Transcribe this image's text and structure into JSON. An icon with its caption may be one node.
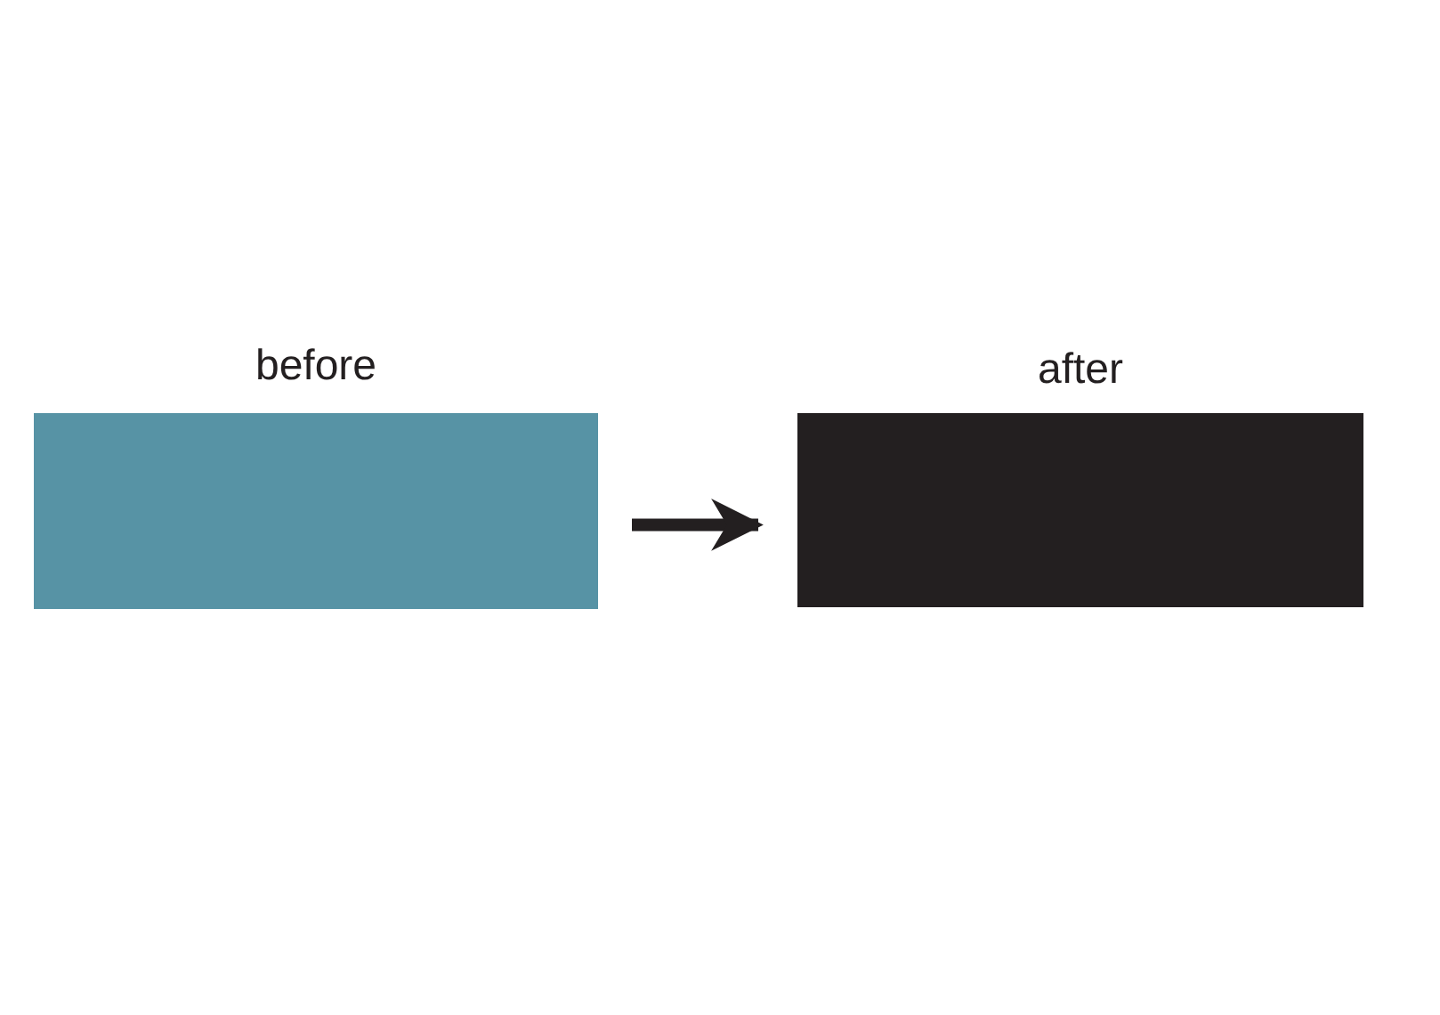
{
  "diagram": {
    "nodes": [
      {
        "text": [
          "before"
        ]
      },
      {
        "text": [
          "after"
        ]
      }
    ],
    "edges": [
      {
        "from": 0,
        "to": 1,
        "arrow": "to"
      }
    ]
  }
}
